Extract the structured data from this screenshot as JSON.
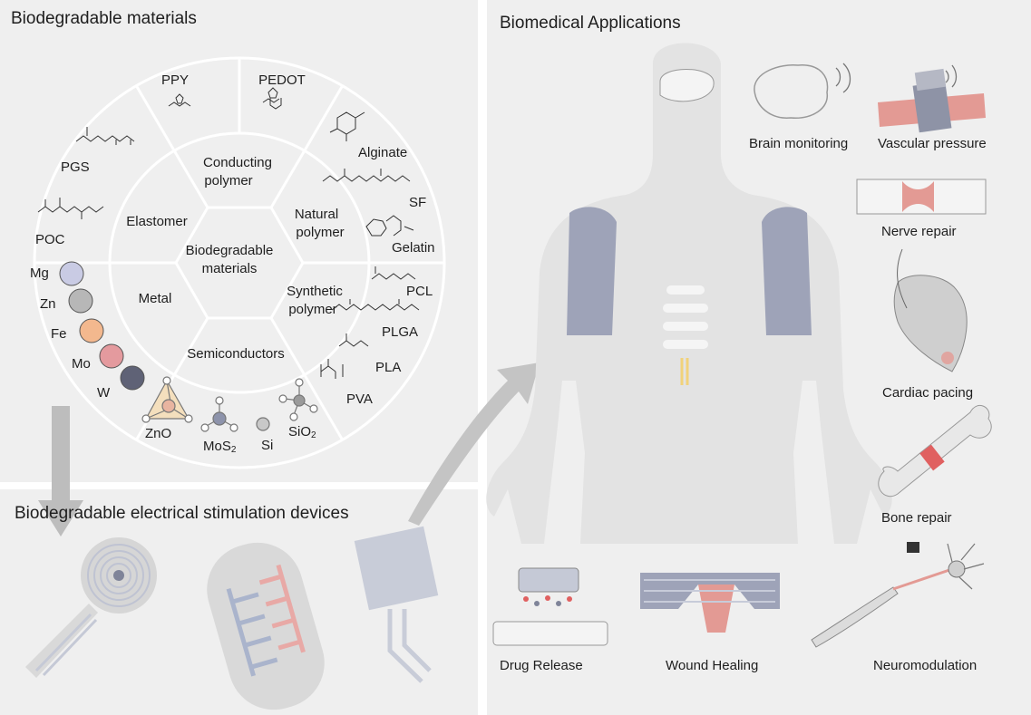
{
  "panels": {
    "materials_title": "Biodegradable materials",
    "devices_title": "Biodegradable electrical stimulation devices",
    "applications_title": "Biomedical Applications"
  },
  "center_label": {
    "line1": "Biodegradable",
    "line2": "materials"
  },
  "categories": {
    "conducting": {
      "line1": "Conducting",
      "line2": "polymer"
    },
    "natural": {
      "line1": "Natural",
      "line2": "polymer"
    },
    "synthetic": {
      "line1": "Synthetic",
      "line2": "polymer"
    },
    "semiconductors": "Semiconductors",
    "metal": "Metal",
    "elastomer": "Elastomer"
  },
  "materials": {
    "conducting": [
      "PPY",
      "PEDOT"
    ],
    "natural": [
      "Alginate",
      "SF",
      "Gelatin"
    ],
    "synthetic": [
      "PCL",
      "PLGA",
      "PLA",
      "PVA"
    ],
    "semiconductors": {
      "zno": "ZnO",
      "mos2_base": "MoS",
      "mos2_sub": "2",
      "si": "Si",
      "sio2_base": "SiO",
      "sio2_sub": "2"
    },
    "metals": [
      "Mg",
      "Zn",
      "Fe",
      "Mo",
      "W"
    ],
    "elastomers": [
      "PGS",
      "POC"
    ]
  },
  "applications": {
    "brain": "Brain monitoring",
    "vascular": "Vascular pressure",
    "nerve": "Nerve repair",
    "cardiac": "Cardiac pacing",
    "bone": "Bone repair",
    "drug": "Drug Release",
    "wound": "Wound Healing",
    "neuro": "Neuromodulation"
  },
  "colors": {
    "panel": "#efefef",
    "wheel_line": "#ffffff",
    "muscle": "#9ea3b8",
    "accent_red": "#e39a94",
    "mg": "#c9cbe4",
    "zn": "#b7b7b7",
    "fe": "#f3b88e",
    "mo": "#e49a9e",
    "w": "#5f6276"
  }
}
